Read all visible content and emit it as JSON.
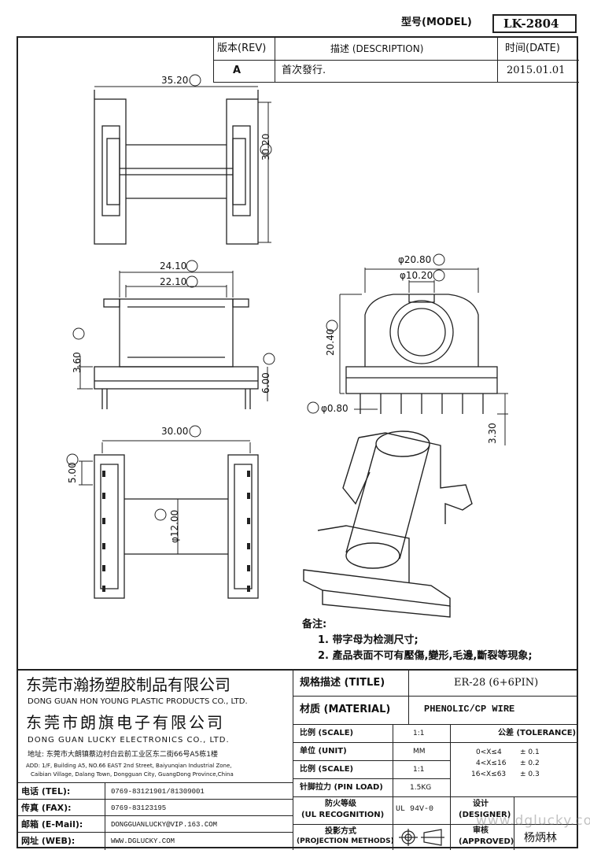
{
  "header": {
    "model_label": "型号(MODEL)",
    "model_value": "LK-2804"
  },
  "revision": {
    "col_rev": "版本(REV)",
    "col_desc": "描述 (DESCRIPTION)",
    "col_date": "时间(DATE)",
    "rev": "A",
    "desc": "首次發行.",
    "date": "2015.01.01"
  },
  "dimensions": {
    "A": "35.20",
    "B": "30.20",
    "C": "24.10",
    "D": "22.10",
    "E": "3.60",
    "F": "6.00",
    "G": "φ0.80",
    "H": "20.40",
    "I": "φ20.80",
    "J": "φ10.20",
    "K": "φ12.00",
    "L": "30.00",
    "M": "5.00",
    "pin": "3.30"
  },
  "notes": {
    "title": "备注:",
    "items": [
      "1. 带字母为检测尺寸;",
      "2. 產品表面不可有壓傷,變形,毛邊,斷裂等現象;"
    ]
  },
  "company": {
    "name1_cn": "东莞市瀚扬塑胶制品有限公司",
    "name1_en": "DONG GUAN HON YOUNG PLASTIC PRODUCTS CO., LTD.",
    "name2_cn": "东莞市朗旗电子有限公司",
    "name2_en": "DONG GUAN LUCKY ELECTRONICS CO., LTD.",
    "addr_cn": "地址: 东莞市大朗镇蔡边村白云前工业区东二街66号A5栋1楼",
    "addr_en1": "ADD: 1/F, Building A5, NO.66 EAST 2nd Street, Baiyunqian Industrial Zone,",
    "addr_en2": "Caibian Village, Dalang Town, Dongguan City, GuangDong Province,China"
  },
  "contact": {
    "tel_label": "电话 (TEL):",
    "tel": "0769-83121901/81309001",
    "fax_label": "传真 (FAX):",
    "fax": "0769-83123195",
    "mail_label": "邮箱 (E-Mail):",
    "mail": "DONGGUANLUCKY@VIP.163.COM",
    "web_label": "网址 (WEB):",
    "web": "WWW.DGLUCKY.COM"
  },
  "spec": {
    "title_label": "规格描述 (TITLE)",
    "title_value": "ER-28 (6+6PIN)",
    "material_label": "材质 (MATERIAL)",
    "material_value": "PHENOLIC/CP WIRE",
    "scale_label": "比例 (SCALE)",
    "scale_value": "1:1",
    "unit_label": "单位 (UNIT)",
    "unit_value": "MM",
    "scale2_label": "比例 (SCALE)",
    "scale2_value": "1:1",
    "pinload_label": "针脚拉力 (PIN LOAD)",
    "pinload_value": "1.5KG",
    "ul_label1": "防火等级",
    "ul_label2": "(UL RECOGNITION)",
    "ul_value": "UL 94V-0",
    "proj_label1": "投影方式",
    "proj_label2": "(PROJECTION METHODS)",
    "tol_label": "公差 (TOLERANCE)",
    "tol": [
      {
        "range": "0<X≤4",
        "val": "± 0.1"
      },
      {
        "range": "4<X≤16",
        "val": "± 0.2"
      },
      {
        "range": "16<X≤63",
        "val": "± 0.3"
      }
    ],
    "designer_label1": "设计",
    "designer_label2": "(DESIGNER)",
    "approved_label1": "审核",
    "approved_label2": "(APPROVED)",
    "approved_name": "杨炳林",
    "watermark": "www.dglucky.com"
  }
}
